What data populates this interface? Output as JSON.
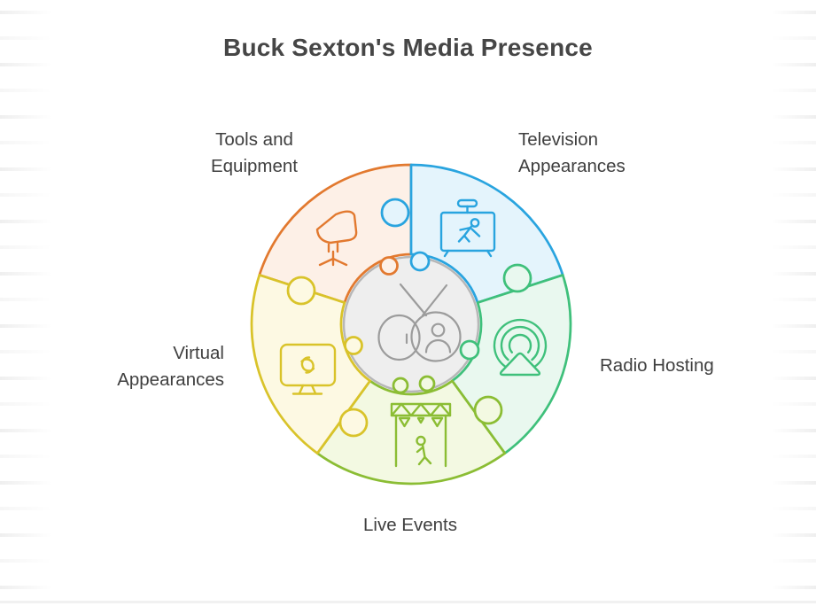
{
  "title": "Buck Sexton's Media Presence",
  "diagram": {
    "type": "puzzle-wheel",
    "center": {
      "icon": "tv-antenna-person-icon",
      "fill": "#eeeeee",
      "stroke": "#b7b7b7",
      "icon_color": "#9c9c9c"
    },
    "segments": [
      {
        "name": "tools-and-equipment",
        "label": "Tools and Equipment",
        "label_lines": [
          "Tools and",
          "Equipment"
        ],
        "icon": "studio-light-icon",
        "color": "#e2792f",
        "fill": "#fdf0e7",
        "position": "top-left"
      },
      {
        "name": "television-appearances",
        "label": "Television Appearances",
        "label_lines": [
          "Television",
          "Appearances"
        ],
        "icon": "tv-presenter-icon",
        "color": "#29a4df",
        "fill": "#e4f4fc",
        "position": "top-right"
      },
      {
        "name": "radio-hosting",
        "label": "Radio Hosting",
        "label_lines": [
          "Radio Hosting"
        ],
        "icon": "radio-broadcast-icon",
        "color": "#3fc07b",
        "fill": "#e9f8ef",
        "position": "right"
      },
      {
        "name": "live-events",
        "label": "Live Events",
        "label_lines": [
          "Live Events"
        ],
        "icon": "stage-performer-icon",
        "color": "#8bbd34",
        "fill": "#f3f9e2",
        "position": "bottom"
      },
      {
        "name": "virtual-appearances",
        "label": "Virtual Appearances",
        "label_lines": [
          "Virtual",
          "Appearances"
        ],
        "icon": "monitor-link-icon",
        "color": "#d9c32a",
        "fill": "#fdf9e3",
        "position": "left"
      }
    ],
    "text_colors": {
      "title": "#464646",
      "labels": "#3f3f3f"
    }
  }
}
